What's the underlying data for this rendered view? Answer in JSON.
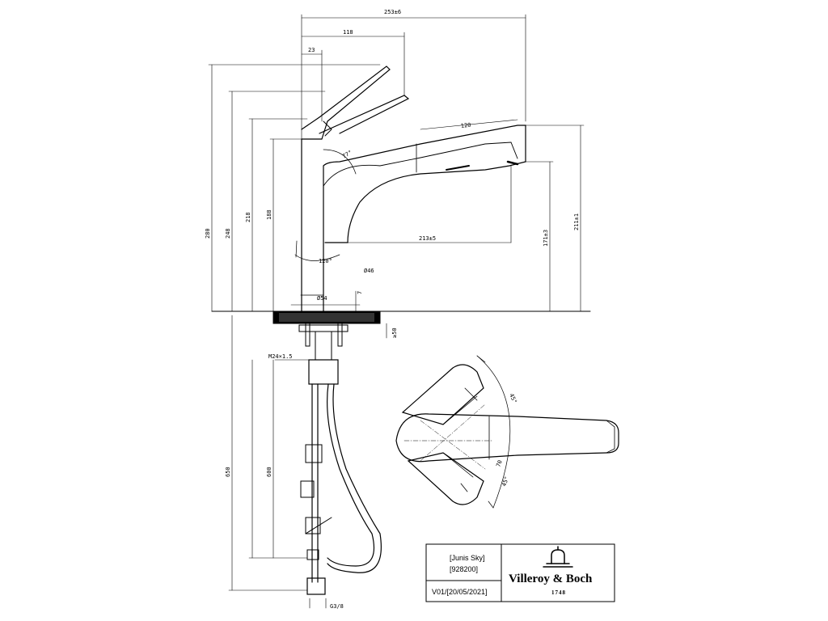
{
  "dimensions": {
    "overall_width": "253±6",
    "lever_reach": "118",
    "lever_offset": "23",
    "spout_reach": "120",
    "lever_angle": "77°",
    "height_total": "280",
    "height_lever": "248",
    "height_spout_top": "218",
    "height_body": "188",
    "spout_length": "213±5",
    "outlet_height": "171±3",
    "spout_tip_height": "211±1",
    "swivel_angle": "120°",
    "body_diameter": "Ø46",
    "base_diameter": "Ø54",
    "base_offset": "7",
    "deck_thickness": "≥50",
    "thread": "M24×1.5",
    "hose_length": "600",
    "supply_length": "650",
    "connection": "G3/8",
    "plan_angle_top": "45°",
    "plan_angle_bottom": "45°",
    "plan_offset": "70"
  },
  "title_block": {
    "product": "[Junis Sky]",
    "article": "[928200]",
    "version": "V01/[20/05/2021]",
    "brand": "Villeroy & Boch",
    "year": "1748"
  }
}
